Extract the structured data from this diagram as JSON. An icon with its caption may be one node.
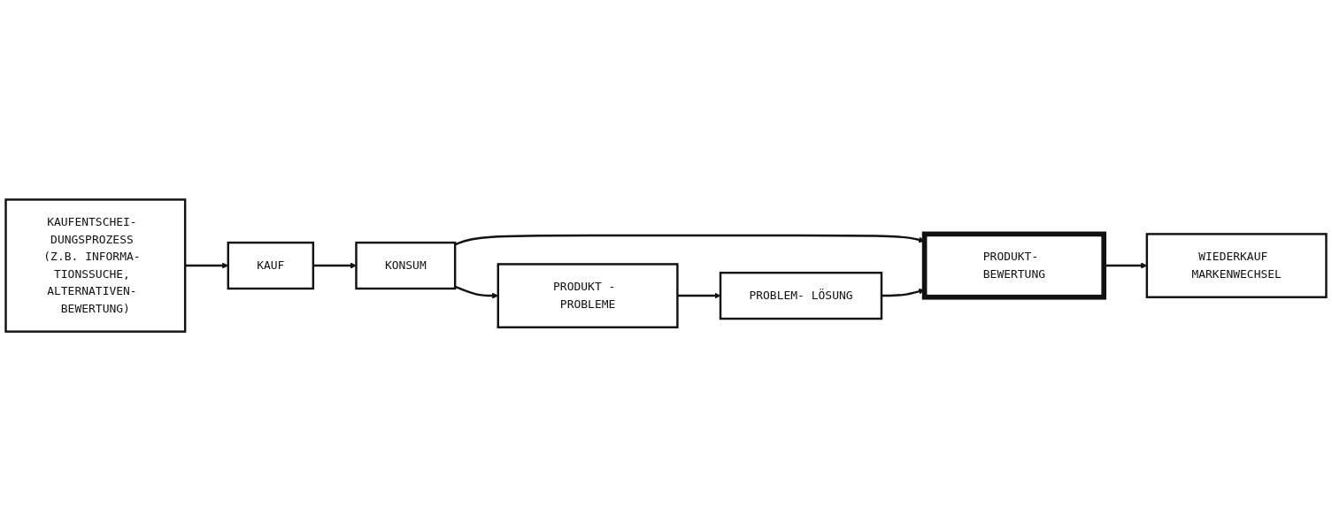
{
  "diagram": {
    "nodes": [
      {
        "text": [
          "KAUFENTSCHEI- DUNGSPROZESS (Z.B. INFORMA- TIONSSUCHE, ALTERNATIVEN- BEWERTUNG)"
        ]
      },
      {
        "text": [
          "KAUF"
        ]
      },
      {
        "text": [
          "KONSUM"
        ]
      },
      {
        "text": [
          "PRODUKT- BEWERTUNG"
        ]
      },
      {
        "text": [
          "WIEDERKAUF MARKENWECHSEL"
        ]
      },
      {
        "text": [
          "PRODUKT - PROBLEME"
        ]
      },
      {
        "text": [
          "PROBLEM- LÖSUNG"
        ]
      }
    ],
    "edges": [
      {
        "from": 0,
        "to": 1,
        "arrow": "to"
      },
      {
        "from": 1,
        "to": 2,
        "arrow": "to"
      },
      {
        "from": 2,
        "to": 3,
        "arrow": "to"
      },
      {
        "from": 3,
        "to": 4,
        "arrow": "to"
      },
      {
        "from": 2,
        "to": 5,
        "arrow": "to"
      },
      {
        "from": 5,
        "to": 6,
        "arrow": "to"
      },
      {
        "from": 6,
        "to": 3,
        "arrow": "to"
      }
    ]
  }
}
